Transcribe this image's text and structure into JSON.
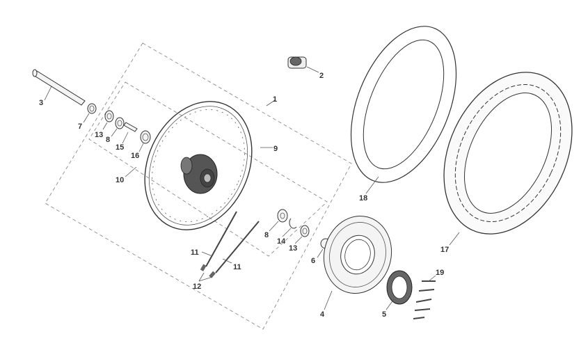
{
  "diagram": {
    "parts": [
      {
        "id": "1",
        "label": "1"
      },
      {
        "id": "2",
        "label": "2"
      },
      {
        "id": "3",
        "label": "3"
      },
      {
        "id": "4",
        "label": "4"
      },
      {
        "id": "5",
        "label": "5"
      },
      {
        "id": "6",
        "label": "6"
      },
      {
        "id": "7",
        "label": "7"
      },
      {
        "id": "8a",
        "label": "8"
      },
      {
        "id": "8b",
        "label": "8"
      },
      {
        "id": "9",
        "label": "9"
      },
      {
        "id": "10",
        "label": "10"
      },
      {
        "id": "11a",
        "label": "11"
      },
      {
        "id": "11b",
        "label": "11"
      },
      {
        "id": "12",
        "label": "12"
      },
      {
        "id": "13a",
        "label": "13"
      },
      {
        "id": "13b",
        "label": "13"
      },
      {
        "id": "14",
        "label": "14"
      },
      {
        "id": "15",
        "label": "15"
      },
      {
        "id": "16",
        "label": "16"
      },
      {
        "id": "17",
        "label": "17"
      },
      {
        "id": "18",
        "label": "18"
      },
      {
        "id": "19",
        "label": "19"
      }
    ]
  }
}
